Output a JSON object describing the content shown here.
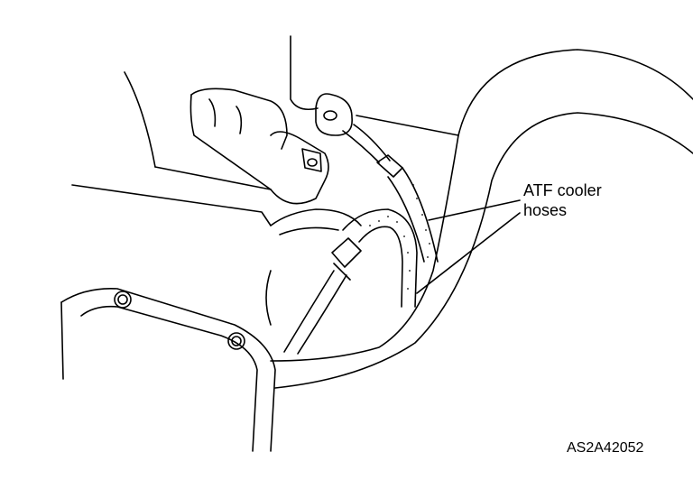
{
  "callout": {
    "line1": "ATF cooler",
    "line2": "hoses"
  },
  "figure_code": "AS2A42052",
  "colors": {
    "ink": "#000000",
    "paper": "#ffffff"
  }
}
